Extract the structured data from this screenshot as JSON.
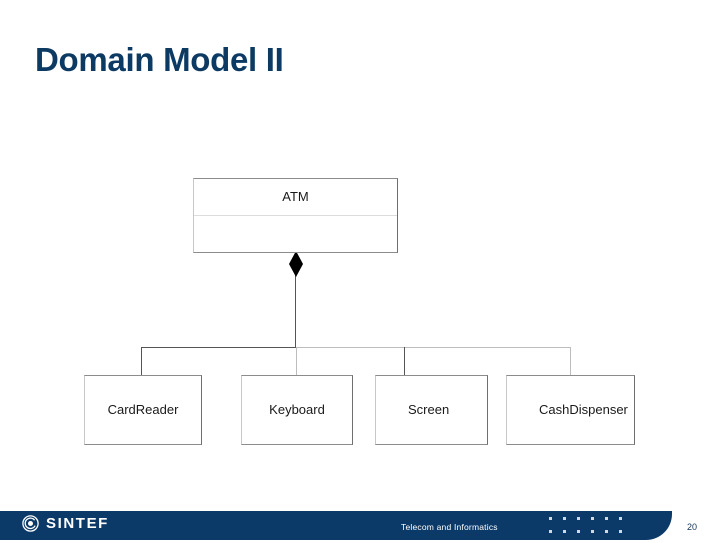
{
  "slide": {
    "title": "Domain Model II",
    "page_number": "20",
    "title_color": "#0d3a63",
    "background_color": "#ffffff"
  },
  "diagram": {
    "type": "uml-class-diagram",
    "relationship": "composition",
    "root": {
      "name": "ATM",
      "compartments": 2,
      "attributes": []
    },
    "parts": [
      {
        "name": "CardReader"
      },
      {
        "name": "Keyboard"
      },
      {
        "name": "Screen"
      },
      {
        "name": "CashDispenser"
      }
    ],
    "line_color": "#555555",
    "box_border_color": "#8a8a8a",
    "diamond_color": "#000000"
  },
  "footer": {
    "brand": "SINTEF",
    "logo_icon": "sintef-swirl-icon",
    "caption": "Telecom and Informatics",
    "bar_color": "#0b3a68",
    "dot_color": "#cfd9e4",
    "dot_columns": 6,
    "dot_rows": 2
  }
}
